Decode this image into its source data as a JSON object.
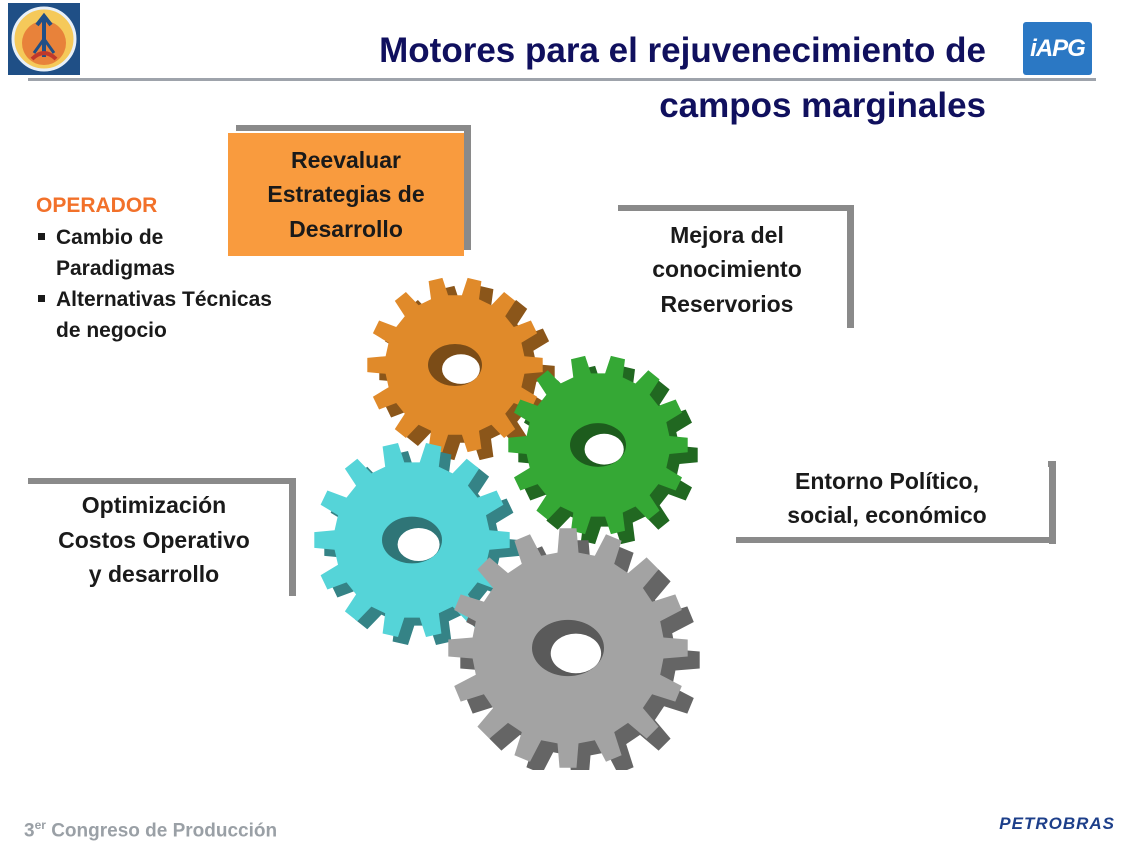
{
  "header": {
    "title_line1": "Motores para el rejuvenecimiento de",
    "title_line2": "campos marginales",
    "left_logo_icon": "oil-derrick-logo",
    "right_logo_text": "iAPG"
  },
  "boxes": {
    "reevaluar": [
      "Reevaluar",
      "Estrategias de",
      "Desarrollo"
    ],
    "mejora": [
      "Mejora del",
      "conocimiento",
      "Reservorios"
    ],
    "optimizacion": [
      "Optimización",
      "Costos Operativo",
      "y desarrollo"
    ],
    "entorno": [
      "Entorno Político,",
      "social, económico"
    ]
  },
  "operador": {
    "title": "OPERADOR",
    "items": [
      [
        "Cambio de",
        "Paradigmas"
      ],
      [
        "Alternativas Técnicas",
        "de negocio"
      ]
    ]
  },
  "gears": [
    {
      "name": "orange-gear",
      "color": "#e08a2a"
    },
    {
      "name": "green-gear",
      "color": "#35a835"
    },
    {
      "name": "cyan-gear",
      "color": "#55d4d8"
    },
    {
      "name": "gray-gear",
      "color": "#a3a3a3"
    }
  ],
  "footer": {
    "congreso_number": "3",
    "congreso_sup": "er",
    "congreso_text": " Congreso de Producción",
    "brand": "PETROBRAS"
  },
  "colors": {
    "title": "#10105e",
    "orange_box": "#f99b3e",
    "operador": "#f2712a",
    "frame": "#8a8a8a"
  }
}
